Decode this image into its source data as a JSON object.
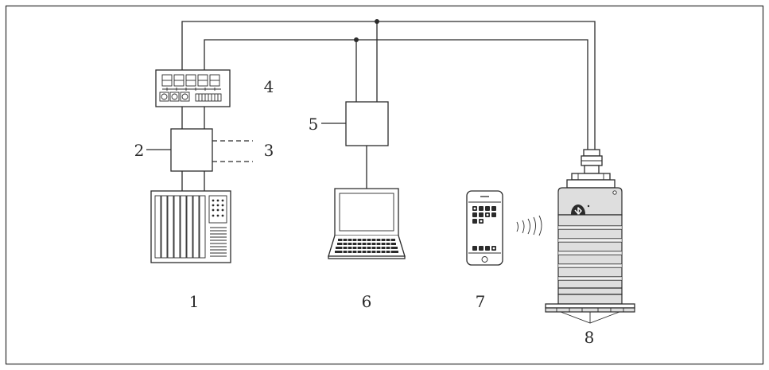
{
  "callouts": {
    "c1": "1",
    "c2": "2",
    "c3": "3",
    "c4": "4",
    "c5": "5",
    "c6": "6",
    "c7": "7",
    "c8": "8"
  },
  "icons": {
    "bluetooth": "bluetooth-icon",
    "wireless": "wireless-signal-icon"
  },
  "colors": {
    "line": "#2b2b2b",
    "device_body": "#dedede"
  }
}
